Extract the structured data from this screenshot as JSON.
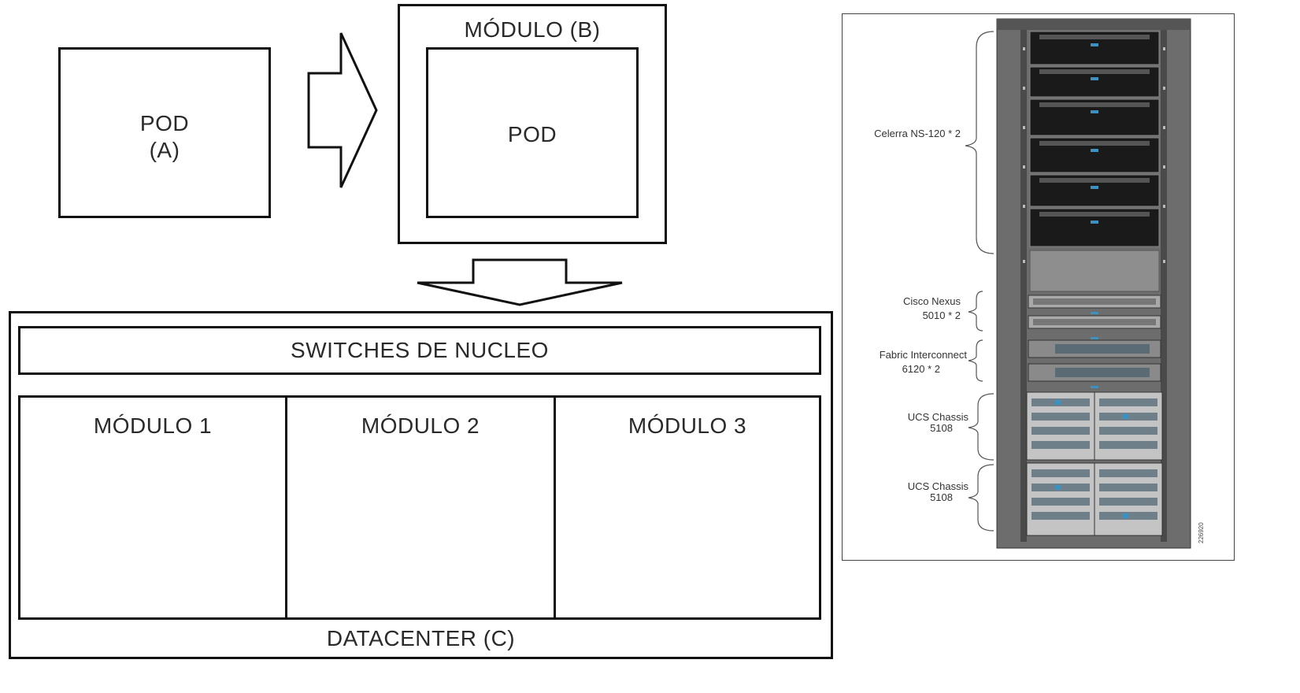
{
  "diagram": {
    "pod_box": {
      "title": "POD",
      "subtitle": "(A)"
    },
    "module_box": {
      "title": "MÓDULO  (B)",
      "inner_label": "POD"
    },
    "datacenter": {
      "core_switches": "SWITCHES DE NUCLEO",
      "modules": [
        "MÓDULO  1",
        "MÓDULO  2",
        "MÓDULO  3"
      ],
      "footer": "DATACENTER  (C)"
    }
  },
  "rack": {
    "labels": {
      "celerra": "Celerra NS-120 * 2",
      "nexus_line1": "Cisco Nexus",
      "nexus_line2": "5010 * 2",
      "fabric_line1": "Fabric Interconnect",
      "fabric_line2": "6120 * 2",
      "ucs1_line1": "UCS Chassis",
      "ucs1_line2": "5108",
      "ucs2_line1": "UCS Chassis",
      "ucs2_line2": "5108"
    },
    "figure_id": "226920",
    "colors": {
      "rack_frame": "#7a7a7a",
      "rack_dark": "#4a4a4a",
      "device_black": "#1a1a1a",
      "device_grey": "#9a9a9a",
      "accent_blue": "#3f8fbf"
    }
  }
}
